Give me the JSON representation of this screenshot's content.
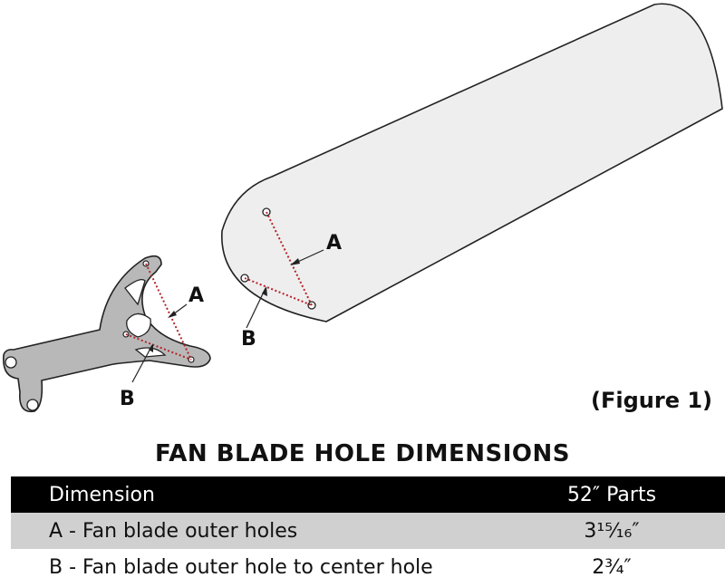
{
  "diagram": {
    "blade_label_a": "A",
    "blade_label_b": "B",
    "arm_label_a": "A",
    "arm_label_b": "B",
    "figure_label": "(Figure 1)",
    "colors": {
      "outline": "#222222",
      "blade_fill": "#eeeeee",
      "arm_fill": "#b8b8b8",
      "dotted_line": "#b5232a"
    }
  },
  "table": {
    "title": "FAN BLADE HOLE DIMENSIONS",
    "headers": [
      "Dimension",
      "52″ Parts"
    ],
    "rows": [
      {
        "dimension": "A - Fan blade outer holes",
        "value": "3¹⁵⁄₁₆″"
      },
      {
        "dimension": "B - Fan blade outer hole to center hole",
        "value": "2¾″"
      }
    ]
  }
}
